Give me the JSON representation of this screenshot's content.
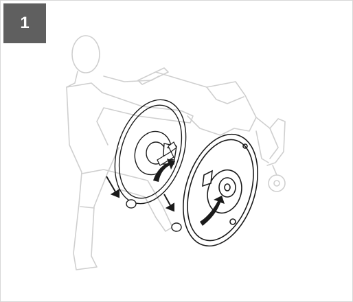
{
  "step": {
    "number": "1"
  },
  "figure": {
    "icons": [
      "person-outline",
      "wheelchair-frame",
      "rear-wheel",
      "quick-release-axle",
      "rotation-arrow",
      "down-arrow"
    ],
    "colors": {
      "badge_bg": "#5f5f5f",
      "badge_text": "#ffffff",
      "ghost_line": "#cfcfcf",
      "ink": "#1a1a1a",
      "panel_border": "#d7d7d7"
    }
  }
}
